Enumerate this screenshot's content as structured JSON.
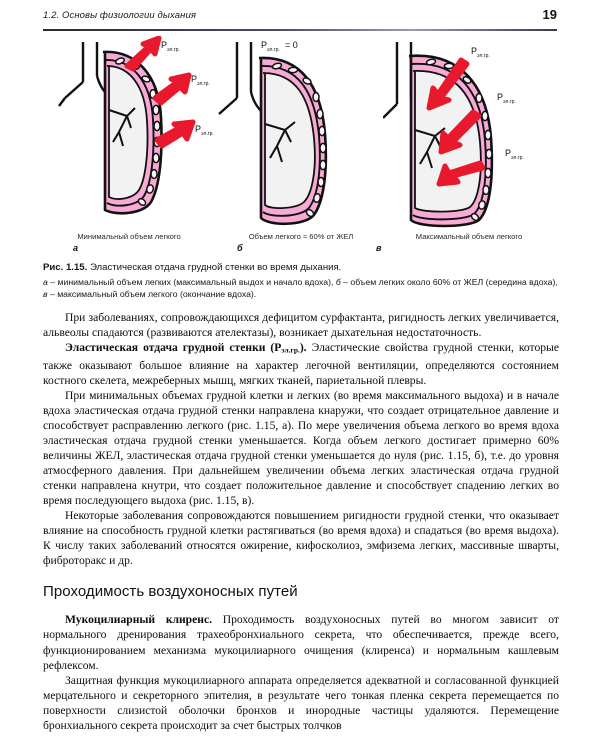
{
  "header": {
    "running_title": "1.2. Основы физиологии дыхания",
    "page_number": "19"
  },
  "figure": {
    "panels": [
      {
        "letter": "а",
        "caption": "Минимальный объем легкого",
        "pressure_labels": [
          "P",
          "P",
          "P"
        ],
        "pressure_subscript": "эл.гр.",
        "arrow_direction": "outward"
      },
      {
        "letter": "б",
        "caption": "Объем легкого ≈ 60% от ЖЕЛ",
        "pressure_label_full": "P",
        "pressure_subscript": "эл.гр.",
        "pressure_value": "= 0",
        "arrow_direction": "none"
      },
      {
        "letter": "в",
        "caption": "Максимальный объем легкого",
        "pressure_labels": [
          "P",
          "P",
          "P"
        ],
        "pressure_subscript": "эл.гр.",
        "arrow_direction": "inward"
      }
    ],
    "caption_number": "Рис. 1.15.",
    "caption_title": "Эластическая отдача грудной стенки во время дыхания.",
    "caption_legend_1_italic": "а",
    "caption_legend_1": " – минимальный объем легких (максимальный выдох и начало вдоха), ",
    "caption_legend_2_italic": "б",
    "caption_legend_2": " – объем легких около 60% от ЖЕЛ (середина вдоха), ",
    "caption_legend_3_italic": "в",
    "caption_legend_3": " – максимальный объем легкого (окончание вдоха).",
    "colors": {
      "chest_wall": "#f6aad5",
      "chest_wall_dark": "#e87fbd",
      "arrow": "#e8192c",
      "outline": "#111111",
      "lung_fill": "#f2f2f2"
    }
  },
  "body": {
    "paragraph_1": "При заболеваниях, сопровождающихся дефицитом сурфактанта, ригидность легких увеличивается, альвеолы спадаются (развиваются ателектазы), возникает дыхательная недостаточность.",
    "paragraph_2_bold": "Эластическая отдача грудной стенки (P",
    "paragraph_2_bold_sub": "эл.гр.",
    "paragraph_2_bold_tail": ").",
    "paragraph_2": " Эластические свойства грудной стенки, которые также оказывают большое влияние на характер легочной вентиляции, определяются состоянием костного скелета, межреберных мышц, мягких тканей, париетальной плевры.",
    "paragraph_3": "При минимальных объемах грудной клетки и легких (во время максимального выдоха) и в начале вдоха эластическая отдача грудной стенки направлена кнаружи, что создает отрицательное давление и способствует расправлению легкого (рис. 1.15, а). По мере увеличения объема легкого во время вдоха эластическая отдача грудной стенки уменьшается. Когда объем легкого достигает примерно 60% величины ЖЕЛ, эластическая отдача грудной стенки уменьшается до нуля (рис. 1.15, б), т.е. до уровня атмосферного давления. При дальнейшем увеличении объема легких эластическая отдача грудной стенки направлена кнутри, что создает положительное давление и способствует спадению легких во время последующего выдоха (рис. 1.15, в).",
    "paragraph_4": "Некоторые заболевания сопровождаются повышением ригидности грудной стенки, что оказывает влияние на способность грудной клетки растягиваться (во время вдоха) и спадаться (во время выдоха). К числу таких заболеваний относятся ожирение, кифосколиоз, эмфизема легких, массивные шварты, фиброторакс и др.",
    "section_heading": "Проходимость воздухоносных путей",
    "paragraph_5_bold": "Мукоцилиарный клиренс.",
    "paragraph_5": " Проходимость воздухоносных путей во многом зависит от нормального дренирования трахеобронхиального секрета, что обеспечивается, прежде всего, функционированием механизма мукоцилиарного очищения (клиренса) и нормальным кашлевым рефлексом.",
    "paragraph_6": "Защитная функция мукоцилиарного аппарата определяется адекватной и согласованной функцией мерцательного и секреторного эпителия, в результате чего тонкая пленка секрета перемещается по поверхности слизистой оболочки бронхов и инородные частицы удаляются. Перемещение бронхиального секрета происходит за счет быстрых толчков"
  }
}
